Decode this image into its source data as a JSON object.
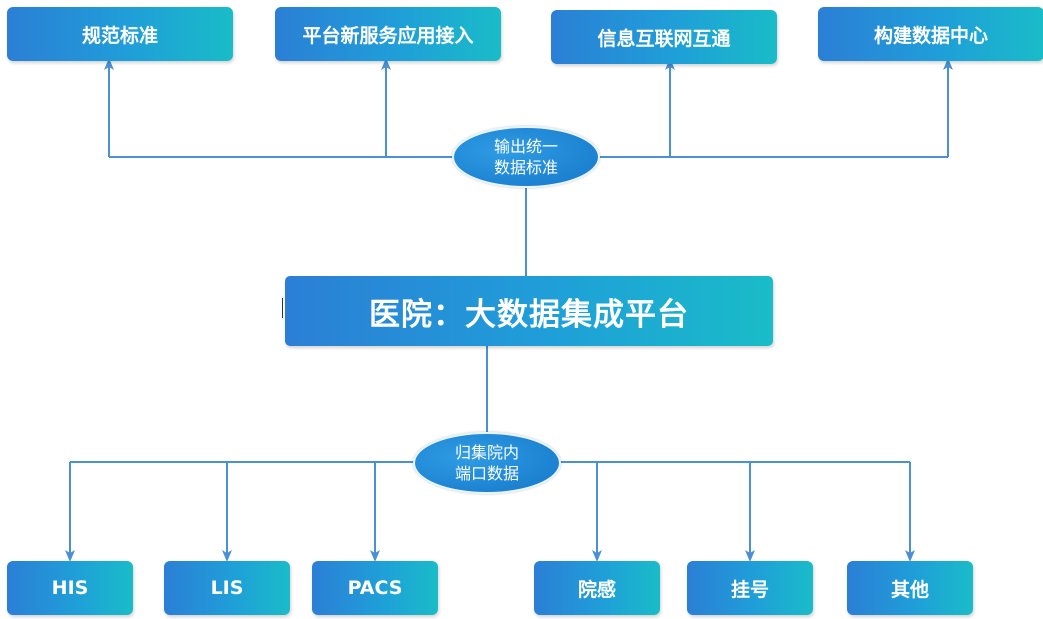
{
  "outputs": [
    "规范标准",
    "平台新服务应用接入",
    "信息互联网互通",
    "构建数据中心"
  ],
  "output_node": {
    "line1": "输出统一",
    "line2": "数据标准"
  },
  "platform": "医院：大数据集成平台",
  "input_node": {
    "line1": "归集院内",
    "line2": "端口数据"
  },
  "inputs": [
    "HIS",
    "LIS",
    "PACS",
    "院感",
    "挂号",
    "其他"
  ],
  "colors": {
    "line": "#4a90d6",
    "box_start": "#2b7fd6",
    "box_end": "#19bcc8"
  }
}
